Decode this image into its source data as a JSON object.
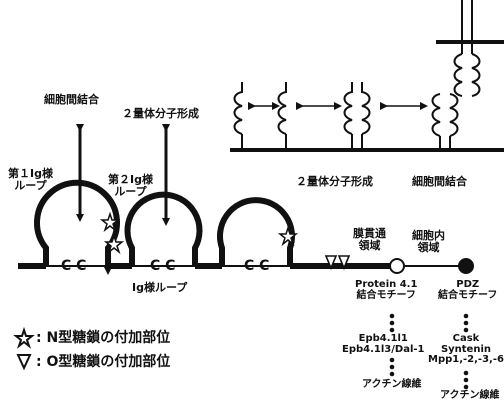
{
  "labels": {
    "adhesion_top": "細胞間結合",
    "dimer_top": "２量体分子形成",
    "ig_loop1": "第１Ig様\nループ",
    "ig_loop2": "第２Ig様\nループ",
    "ig_loop_bottom": "Ig様ループ",
    "cc": "C C",
    "transmembrane": "膜貫通\n領域",
    "intracellular": "細胞内\n領域",
    "protein41": "Protein 4.1\n結合モチーフ",
    "pdz": "PDZ\n結合モチーフ",
    "epb": "Epb4.1l1\nEpb4.1l3/Dal-1",
    "cask": "Cask\nSyntenin\nMpp1,-2,-3,-6",
    "actin1": "アクチン線維",
    "actin2": "アクチン線維",
    "dimer_membrane": "２量体分子形成",
    "adhesion_membrane": "細胞間結合"
  },
  "legend": {
    "n_glycan_symbol": "☆",
    "n_glycan": ": N型糖鎖の付加部位",
    "o_glycan_symbol": "▽",
    "o_glycan": ": O型糖鎖の付加部位"
  },
  "colors": {
    "ink": "#111111",
    "paper": "#ffffff"
  }
}
